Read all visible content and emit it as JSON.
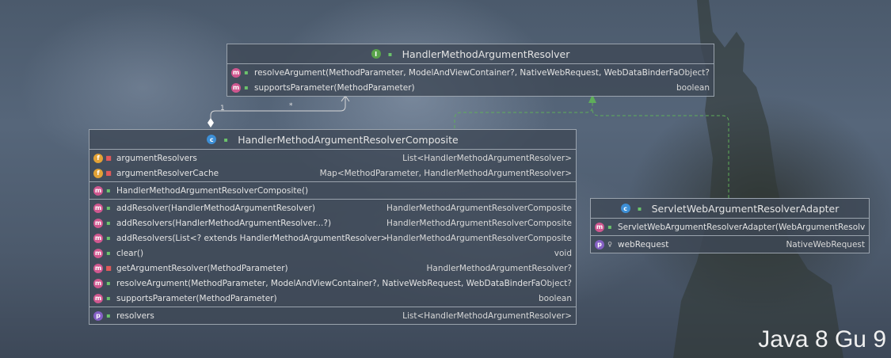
{
  "interface_box": {
    "title": "HandlerMethodArgumentResolver",
    "icon": "interface-icon",
    "methods": [
      {
        "icon": "method-icon",
        "visibility": "public",
        "name": "resolveArgument(MethodParameter, ModelAndViewContainer?, NativeWebRequest, WebDataBinderFactory?)",
        "type": "Object?"
      },
      {
        "icon": "method-icon",
        "visibility": "public",
        "name": "supportsParameter(MethodParameter)",
        "type": "boolean"
      }
    ]
  },
  "composite_box": {
    "title": "HandlerMethodArgumentResolverComposite",
    "icon": "class-icon",
    "fields": [
      {
        "icon": "field-icon",
        "visibility": "private",
        "name": "argumentResolvers",
        "type": "List<HandlerMethodArgumentResolver>"
      },
      {
        "icon": "field-icon",
        "visibility": "private",
        "name": "argumentResolverCache",
        "type": "Map<MethodParameter, HandlerMethodArgumentResolver>"
      }
    ],
    "constructors": [
      {
        "icon": "method-icon",
        "visibility": "public",
        "name": "HandlerMethodArgumentResolverComposite()",
        "type": ""
      }
    ],
    "methods": [
      {
        "icon": "method-icon",
        "visibility": "public",
        "name": "addResolver(HandlerMethodArgumentResolver)",
        "type": "HandlerMethodArgumentResolverComposite"
      },
      {
        "icon": "method-icon",
        "visibility": "public",
        "name": "addResolvers(HandlerMethodArgumentResolver...?)",
        "type": "HandlerMethodArgumentResolverComposite"
      },
      {
        "icon": "method-icon",
        "visibility": "public",
        "name": "addResolvers(List<? extends HandlerMethodArgumentResolver>?)",
        "type": "HandlerMethodArgumentResolverComposite"
      },
      {
        "icon": "method-icon",
        "visibility": "public",
        "name": "clear()",
        "type": "void"
      },
      {
        "icon": "method-icon",
        "visibility": "private",
        "name": "getArgumentResolver(MethodParameter)",
        "type": "HandlerMethodArgumentResolver?"
      },
      {
        "icon": "method-icon",
        "visibility": "public",
        "name": "resolveArgument(MethodParameter, ModelAndViewContainer?, NativeWebRequest, WebDataBinderFactory?)",
        "type": "Object?"
      },
      {
        "icon": "method-icon",
        "visibility": "public",
        "name": "supportsParameter(MethodParameter)",
        "type": "boolean"
      }
    ],
    "properties": [
      {
        "icon": "property-icon",
        "visibility": "public",
        "name": "resolvers",
        "type": "List<HandlerMethodArgumentResolver>"
      }
    ]
  },
  "adapter_box": {
    "title": "ServletWebArgumentResolverAdapter",
    "icon": "class-icon",
    "constructors": [
      {
        "icon": "method-icon",
        "visibility": "public",
        "name": "ServletWebArgumentResolverAdapter(WebArgumentResolver)",
        "type": ""
      }
    ],
    "properties": [
      {
        "icon": "property-icon",
        "visibility": "key",
        "name": "webRequest",
        "type": "NativeWebRequest"
      }
    ]
  },
  "edges": {
    "aggregation_multiplicity_target": "1",
    "aggregation_multiplicity_source": "*"
  },
  "watermark": "Java 8 Gu 9",
  "colors": {
    "box_border": "#9aa3ad",
    "implements_edge": "#5fae5a",
    "aggregation_edge": "#d8d8d8",
    "method_icon": "#d0578f",
    "field_icon": "#e3a236",
    "property_icon": "#8560c4",
    "class_icon": "#3d8fd6",
    "interface_icon": "#59a34a"
  }
}
